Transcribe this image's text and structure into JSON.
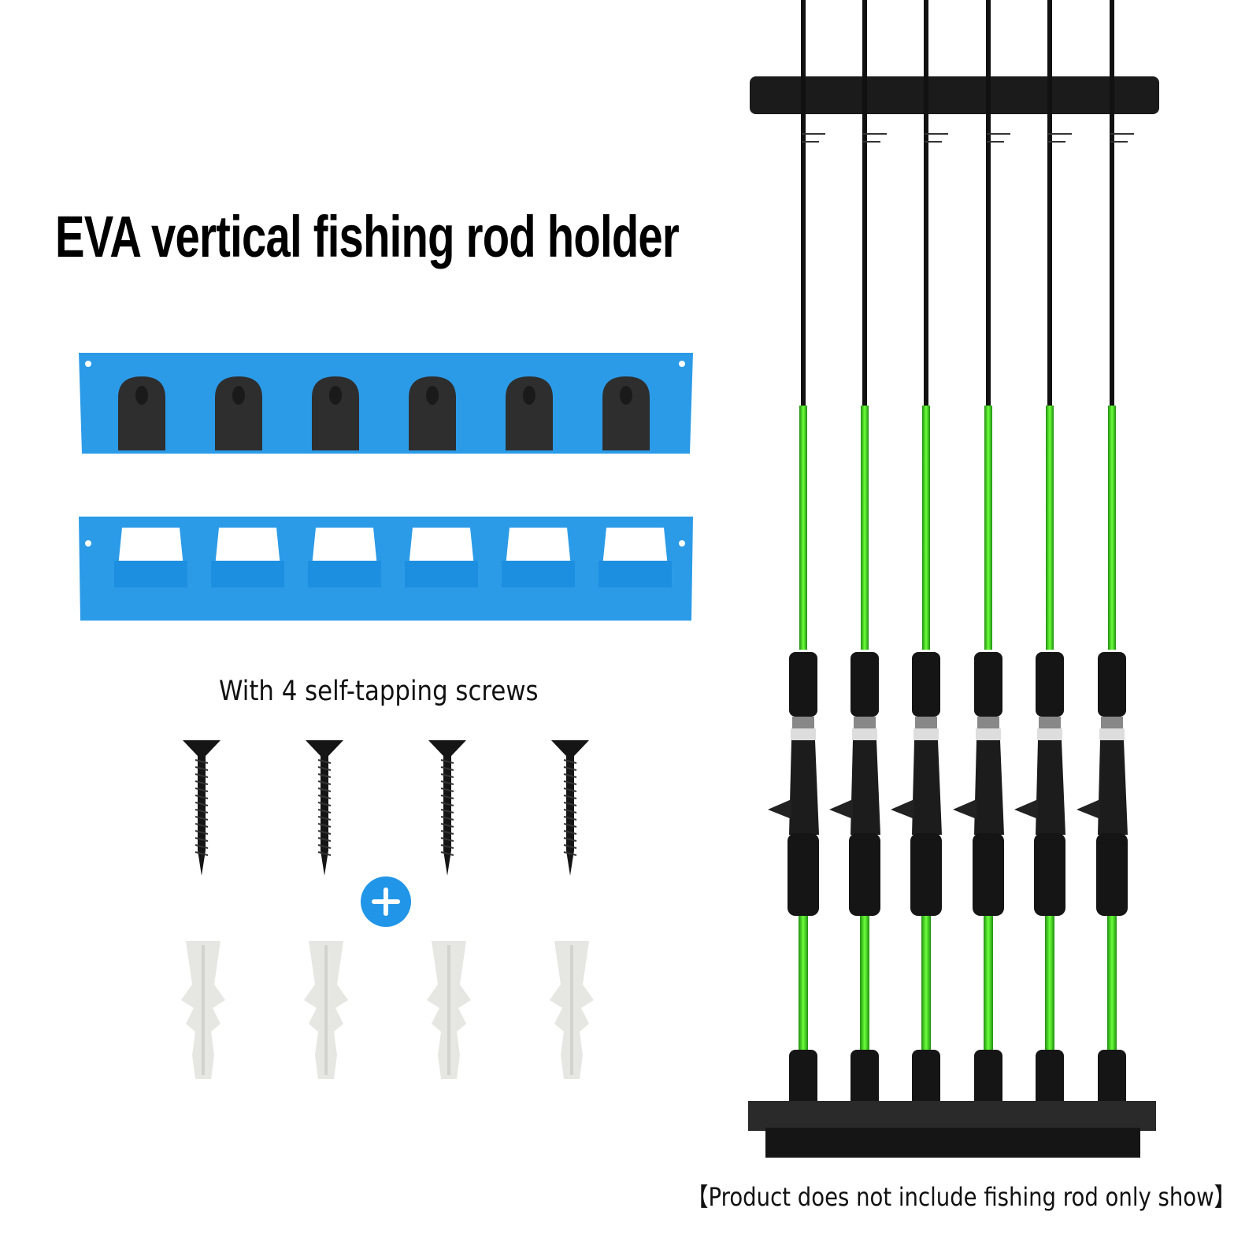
{
  "title": "EVA vertical fishing rod holder",
  "screws_caption": "With 4 self-tapping screws",
  "disclaimer": "【Product does not include fishing rod only show】",
  "colors": {
    "holder_blue": "#2b9be8",
    "foam": "#2e2e2e",
    "rod_green": "#3bd11f",
    "rod_black": "#111111",
    "anchor": "#e6e6e2",
    "plus_badge": "#2196e8"
  },
  "rod_slots": 6,
  "rod_count": 6,
  "screw_count": 4,
  "anchor_count": 4,
  "icons": {
    "plus": "plus-icon"
  }
}
